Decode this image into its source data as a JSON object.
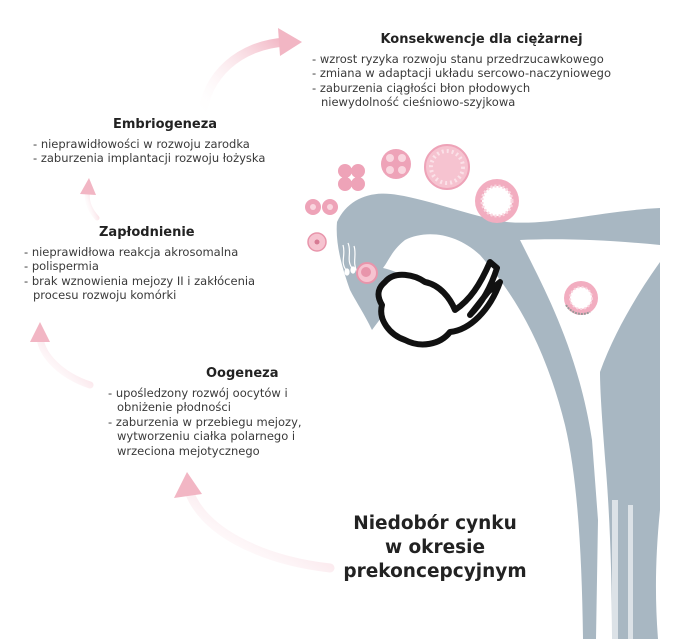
{
  "colors": {
    "organ": "#a8b7c2",
    "pink": "#f0a9bb",
    "cell": "#eea3b8",
    "arrow": "#f4c4cf"
  },
  "consequences": {
    "heading": "Konsekwencje dla ciężarnej",
    "items": [
      "wzrost ryzyka rozwoju stanu przedrzucawkowego",
      "zmiana w adaptacji układu sercowo-naczyniowego",
      "zaburzenia ciągłości błon płodowych niewydolność cieśniowo-szyjkowa"
    ]
  },
  "embryogenesis": {
    "heading": "Embriogeneza",
    "items": [
      "nieprawidłowości w rozwoju zarodka",
      "zaburzenia implantacji rozwoju łożyska"
    ]
  },
  "fertilization": {
    "heading": "Zapłodnienie",
    "items": [
      "nieprawidłowa reakcja akrosomalna",
      "polispermia",
      "brak wznowienia mejozy II i zakłócenia procesu rozwoju komórki"
    ]
  },
  "oogenesis": {
    "heading": "Oogeneza",
    "items": [
      "upośledzony rozwój oocytów i obniżenie płodności",
      "zaburzenia w przebiegu mejozy, wytworzeniu ciałka polarnego i wrzeciona mejotycznego"
    ]
  },
  "title": {
    "line1": "Niedobór cynku",
    "line2": "w okresie prekoncepcyjnym"
  }
}
